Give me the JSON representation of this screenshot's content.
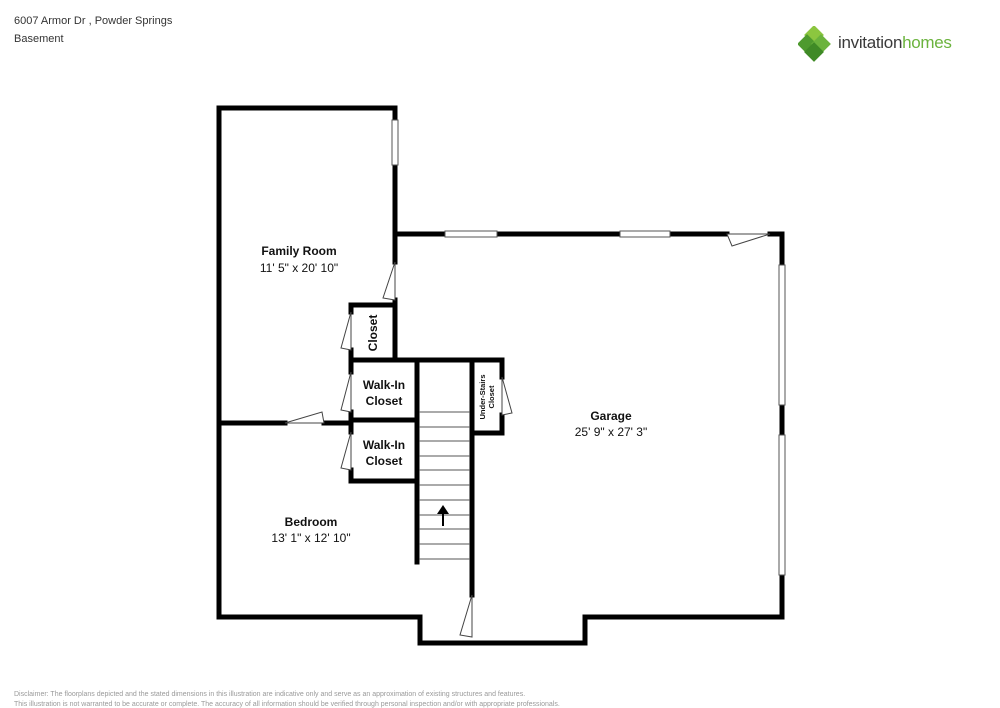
{
  "header": {
    "address": "6007 Armor Dr , Powder Springs",
    "level": "Basement"
  },
  "logo": {
    "word1": "invitation",
    "word2": "homes",
    "colors": {
      "green_dark": "#4e9a2e",
      "green_light": "#8cc63f",
      "gray": "#3a3a3a"
    }
  },
  "rooms": {
    "family_room": {
      "name": "Family Room",
      "dims": "11' 5\" x 20' 10\""
    },
    "closet": {
      "name": "Closet"
    },
    "walkin_1": {
      "line1": "Walk-In",
      "line2": "Closet"
    },
    "walkin_2": {
      "line1": "Walk-In",
      "line2": "Closet"
    },
    "understairs": {
      "line1": "Under-Stairs",
      "line2": "Closet"
    },
    "garage": {
      "name": "Garage",
      "dims": "25' 9\" x 27' 3\""
    },
    "bedroom": {
      "name": "Bedroom",
      "dims": "13' 1\" x 12' 10\""
    }
  },
  "disclaimer": {
    "line1": "Disclaimer: The floorplans depicted and the stated dimensions in this illustration are indicative only and serve as an approximation of existing structures and features.",
    "line2": "This illustration is not warranted to be accurate or complete. The accuracy of all information should be verified through personal inspection and/or with appropriate professionals."
  }
}
